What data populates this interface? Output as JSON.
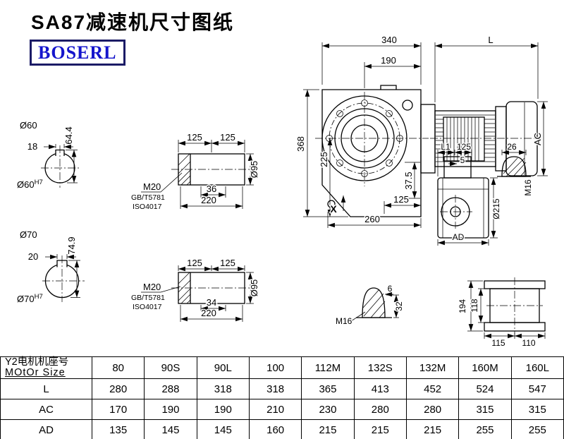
{
  "header": {
    "title": "SA87减速机尺寸图纸",
    "brand": "BOSERL"
  },
  "main_view": {
    "dim_width_340": "340",
    "dim_motor_length": "L",
    "dim_190": "190",
    "dim_height_368": "368",
    "dim_225": "225",
    "dim_37_5": "37.5",
    "dim_125": "125",
    "dim_260": "260",
    "dim_motor_height": "AC",
    "label_x": "X"
  },
  "shaft60": {
    "dia_label": "Ø60",
    "keyway_width": "18",
    "keyway_height": "64.4",
    "bore_label": "Ø60",
    "bore_tolerance": "H7"
  },
  "shaft70": {
    "dia_label": "Ø70",
    "keyway_width": "20",
    "keyway_height": "74.9",
    "bore_label": "Ø70",
    "bore_tolerance": "H7"
  },
  "shaft60_side": {
    "dim_125_left": "125",
    "dim_125_right": "125",
    "thread_label": "M20",
    "std_gb": "GB/T5781",
    "std_iso": "ISO4017",
    "dim_36": "36",
    "dim_220": "220",
    "dia_95": "Ø95"
  },
  "shaft70_side": {
    "dim_125_left": "125",
    "dim_125_right": "125",
    "thread_label": "M20",
    "std_gb": "GB/T5781",
    "std_iso": "ISO4017",
    "dim_34": "34",
    "dim_220": "220",
    "dia_95": "Ø95"
  },
  "side_view": {
    "dim_l1": "L1",
    "dim_125": "125",
    "dim_5": "5",
    "dim_26": "26",
    "thread_m16": "M16",
    "dia_215": "Ø215",
    "dim_ad": "AD"
  },
  "key_detail": {
    "dim_6": "6",
    "dim_32": "32",
    "thread_m16": "M16"
  },
  "rear_view": {
    "dim_194": "194",
    "dim_118": "118",
    "dim_115": "115",
    "dim_110": "110"
  },
  "table": {
    "header_cn": "Y2电机机座号",
    "header_en": "MOtOr Size",
    "columns": [
      "80",
      "90S",
      "90L",
      "100",
      "112M",
      "132S",
      "132M",
      "160M",
      "160L"
    ],
    "rows": [
      {
        "label": "L",
        "values": [
          "280",
          "288",
          "318",
          "318",
          "365",
          "413",
          "452",
          "524",
          "547"
        ]
      },
      {
        "label": "AC",
        "values": [
          "170",
          "190",
          "190",
          "210",
          "230",
          "280",
          "280",
          "315",
          "315"
        ]
      },
      {
        "label": "AD",
        "values": [
          "135",
          "145",
          "145",
          "160",
          "215",
          "215",
          "215",
          "255",
          "255"
        ]
      }
    ]
  }
}
